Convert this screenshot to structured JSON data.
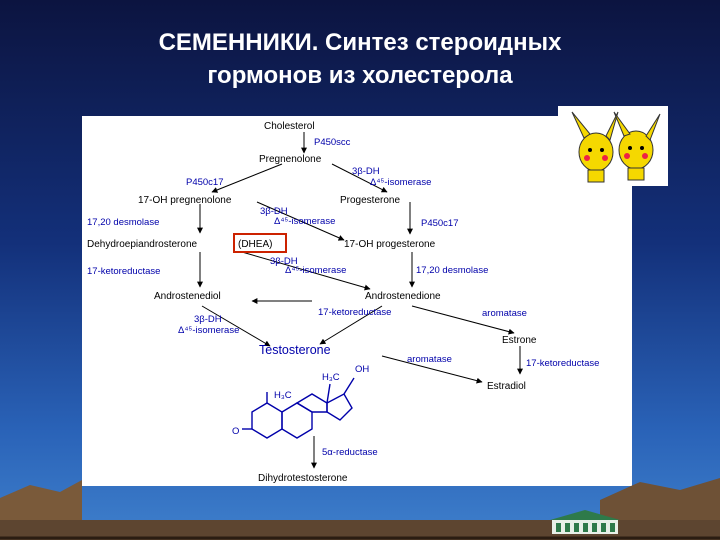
{
  "slide": {
    "title_line1": "СЕМЕННИКИ. Синтез стероидных",
    "title_line2": "гормонов из холестерола"
  },
  "diagram": {
    "nodes": {
      "cholesterol": "Cholesterol",
      "pregnenolone": "Pregnenolone",
      "oh17_pregnenolone": "17-OH pregnenolone",
      "progesterone": "Progesterone",
      "dehydroepiandrosterone": "Dehydroepiandrosterone",
      "dhea": "(DHEA)",
      "oh17_progesterone": "17-OH progesterone",
      "androstenediol": "Androstenediol",
      "androstenedione": "Androstenedione",
      "estrone": "Estrone",
      "testosterone": "Testosterone",
      "estradiol": "Estradiol",
      "dihydrotestosterone": "Dihydrotestosterone"
    },
    "enzymes": {
      "p450scc": "P450scc",
      "hsd3b_1": "3β-DH",
      "isomerase_1": "Δ⁴⁵-isomerase",
      "p450c17_left": "P450c17",
      "hsd3b_2": "3β-DH",
      "isomerase_2": "Δ⁴⁵-isomerase",
      "p450c17_right": "P450c17",
      "desmolase_left": "17,20 desmolase",
      "hsd3b_3": "3β-DH",
      "isomerase_3": "Δ⁴⁵-isomerase",
      "desmolase_right": "17,20 desmolase",
      "ketoreductase_left": "17-ketoreductase",
      "ketoreductase_mid": "17-ketoreductase",
      "aromatase_upper": "aromatase",
      "hsd3b_4": "3β-DH",
      "isomerase_4": "Δ⁴⁵-isomerase",
      "aromatase_lower": "aromatase",
      "ketoreductase_right": "17-ketoreductase",
      "reductase_5a": "5α-reductase"
    },
    "structure": {
      "oh": "OH",
      "h3c_top": "H₃C",
      "h3c_left": "H₃C",
      "oxygen": "O"
    }
  },
  "colors": {
    "highlight_box": "#cc2200",
    "arrow": "#000000",
    "enzyme_text": "#0000aa"
  }
}
